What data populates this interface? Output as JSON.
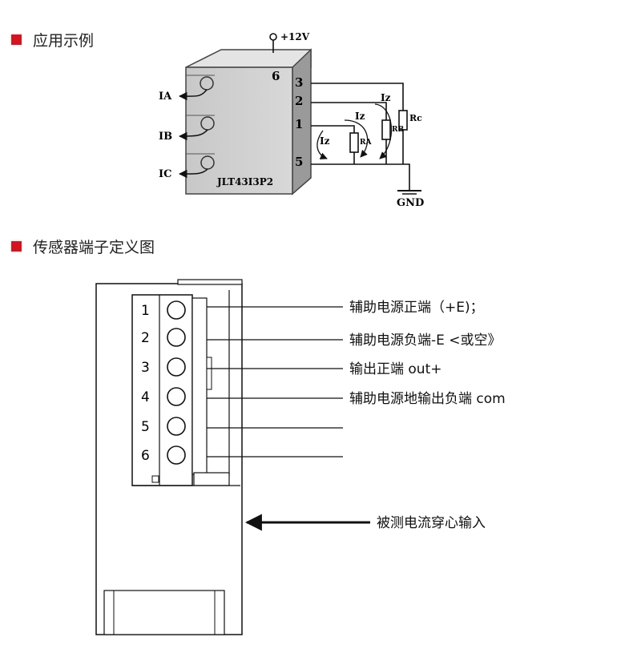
{
  "sections": {
    "application_example": "应用示例",
    "terminal_definition": "传感器端子定义图"
  },
  "circuit": {
    "supply_label": "+12V",
    "model_label": "JLT43I3P2",
    "pin_labels": [
      "6",
      "3",
      "2",
      "1",
      "5"
    ],
    "input_labels": [
      "IA",
      "IB",
      "IC"
    ],
    "current_labels": [
      "Iz",
      "Iz",
      "Iz"
    ],
    "resistor_labels": [
      "RA",
      "RB",
      "Rc"
    ],
    "ground_label": "GND"
  },
  "terminal_diagram": {
    "pin_numbers": [
      "1",
      "2",
      "3",
      "4",
      "5",
      "6"
    ],
    "pin_descriptions": [
      "辅助电源正端（+E)；",
      "辅助电源负端-E <或空》",
      "输出正端 out+",
      "辅助电源地输出负端 com"
    ],
    "through_hole_label": "被测电流穿心输入"
  }
}
